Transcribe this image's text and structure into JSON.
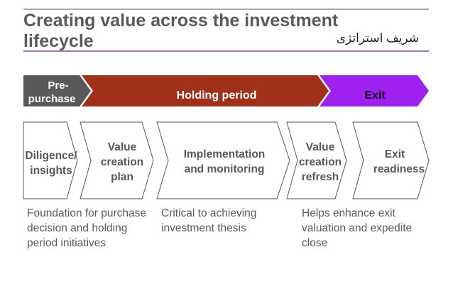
{
  "title": "Creating value across the investment lifecycle",
  "subtitle": "شریف استراتژی",
  "phases": [
    {
      "label_lines": [
        "Pre-",
        "purchase"
      ],
      "color": "#595959"
    },
    {
      "label_lines": [
        "Holding period"
      ],
      "color": "#a0301a"
    },
    {
      "label_lines": [
        "Exit"
      ],
      "color": "#a020f0"
    }
  ],
  "steps": [
    {
      "lines": [
        "Diligence/",
        "insights"
      ]
    },
    {
      "lines": [
        "Value",
        "creation",
        "plan"
      ]
    },
    {
      "lines": [
        "Implementation",
        "and monitoring"
      ]
    },
    {
      "lines": [
        "Value",
        "creation",
        "refresh"
      ]
    },
    {
      "lines": [
        "Exit",
        "readiness"
      ]
    }
  ],
  "descriptions": [
    "Foundation for purchase decision and holding period initiatives",
    "Critical to achieving investment thesis",
    "Helps enhance exit valuation and expedite close"
  ]
}
